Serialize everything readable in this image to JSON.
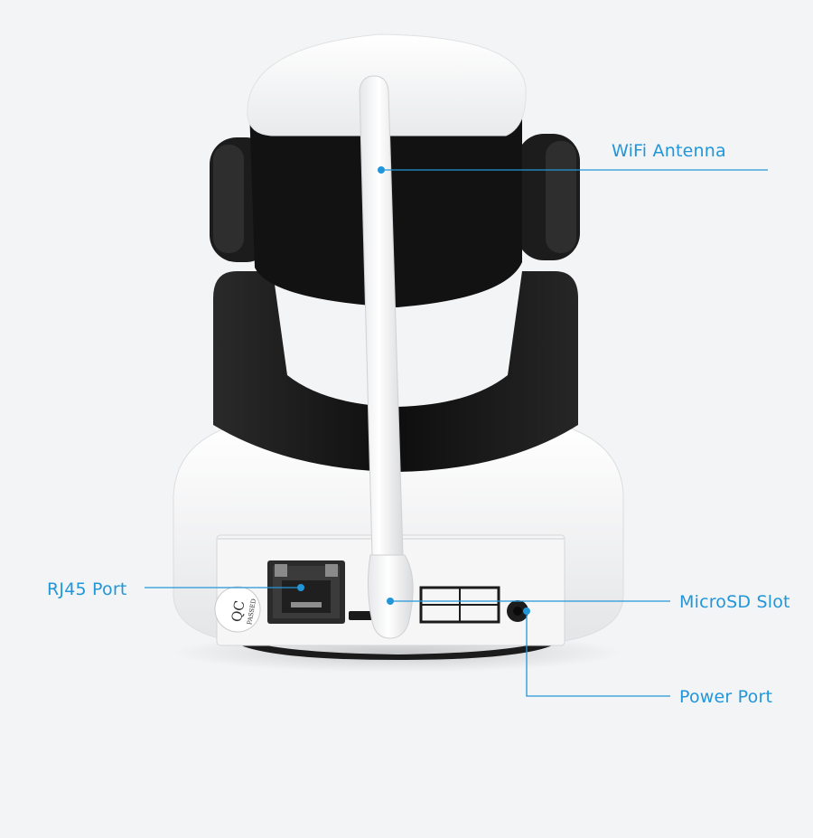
{
  "colors": {
    "background": "#f3f4f6",
    "accent": "#2196d9",
    "body_white": "#fbfbfb",
    "body_black": "#141414"
  },
  "callouts": {
    "wifi_antenna": "WiFi Antenna",
    "rj45_port": "RJ45 Port",
    "microsd_slot": "MicroSD Slot",
    "power_port": "Power Port"
  },
  "device": {
    "qc_sticker": {
      "line1": "QC",
      "line2": "PASSED"
    }
  }
}
